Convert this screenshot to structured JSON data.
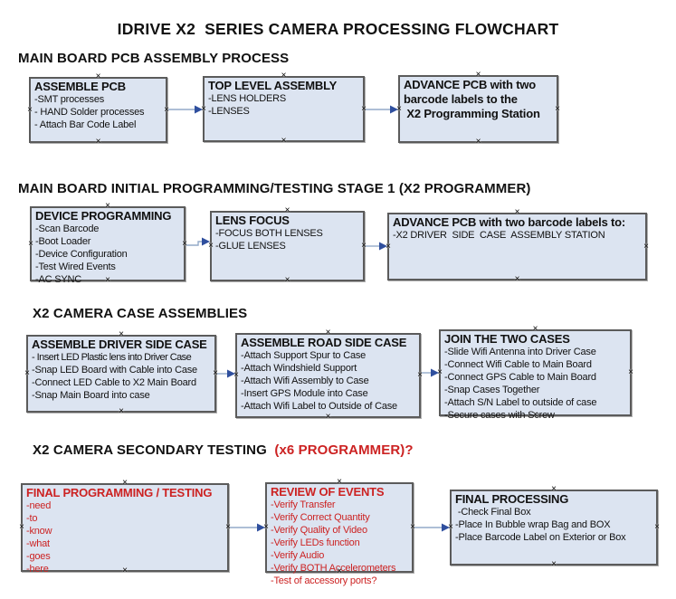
{
  "page_title": "IDRIVE X2  SERIES CAMERA PROCESSING FLOWCHART",
  "icons": {
    "connection_handle": "×"
  },
  "colors": {
    "box_fill": "#dce4f1",
    "box_border": "#5b5b5b",
    "arrow_line": "#94aac9",
    "arrow_head": "#2f4f9e",
    "red_text": "#cc2222"
  },
  "sections": {
    "pcb_assembly": {
      "header": "MAIN BOARD PCB ASSEMBLY PROCESS"
    },
    "initial_programming": {
      "header": "MAIN BOARD INITIAL PROGRAMMING/TESTING STAGE 1 (X2 PROGRAMMER)"
    },
    "case_assemblies": {
      "header": "X2 CAMERA CASE ASSEMBLIES"
    },
    "secondary_testing": {
      "header": "X2 CAMERA SECONDARY TESTING ",
      "header_suffix": " (x6 PROGRAMMER)?"
    }
  },
  "boxes": {
    "assemble_pcb": {
      "title": "ASSEMBLE PCB",
      "lines": [
        "-SMT processes",
        "- HAND Solder processes",
        "- Attach Bar Code Label"
      ]
    },
    "top_level_assembly": {
      "title": "TOP LEVEL ASSEMBLY",
      "lines": [
        "-LENS HOLDERS",
        "-LENSES"
      ]
    },
    "advance_to_programming_station": {
      "title_lines": [
        "ADVANCE PCB with two",
        "barcode labels to the",
        " X2 Programming Station"
      ]
    },
    "device_programming": {
      "title": "DEVICE PROGRAMMING",
      "lines": [
        "-Scan Barcode",
        "-Boot Loader",
        "-Device Configuration",
        "-Test Wired Events",
        "-AC SYNC"
      ]
    },
    "lens_focus": {
      "title": "LENS FOCUS",
      "lines": [
        "-FOCUS BOTH LENSES",
        "-GLUE LENSES"
      ]
    },
    "advance_to_case_station": {
      "title": "ADVANCE PCB with two barcode labels to:",
      "lines": [
        "-X2 DRIVER  SIDE  CASE  ASSEMBLY STATION"
      ]
    },
    "assemble_driver_side_case": {
      "title": "ASSEMBLE DRIVER SIDE CASE",
      "lines": [
        "- Insert LED Plastic lens into Driver Case",
        "-Snap LED Board with Cable into Case",
        "-Connect LED Cable to X2 Main Board",
        "-Snap Main Board into case"
      ]
    },
    "assemble_road_side_case": {
      "title": "ASSEMBLE ROAD SIDE CASE",
      "lines": [
        "-Attach Support Spur to Case",
        "-Attach Windshield Support",
        "-Attach Wifi Assembly to Case",
        "-Insert GPS Module into Case",
        "-Attach Wifi Label to Outside of Case"
      ]
    },
    "join_the_two_cases": {
      "title": "JOIN THE TWO CASES",
      "lines": [
        "-Slide Wifi Antenna into Driver Case",
        "-Connect Wifi Cable to Main Board",
        "-Connect GPS Cable to Main Board",
        "-Snap Cases Together",
        "-Attach S/N Label to outside of case",
        "-Secure cases with Screw"
      ]
    },
    "final_programming_testing": {
      "title": "FINAL PROGRAMMING / TESTING",
      "lines": [
        "-need",
        "-to",
        "-know",
        "-what",
        "-goes",
        "-here"
      ]
    },
    "review_of_events": {
      "title": "REVIEW OF EVENTS",
      "lines": [
        "-Verify Transfer",
        "-Verify Correct Quantity",
        "-Verify Quality of Video",
        "-Verify LEDs function",
        "-Verify Audio",
        "-Verify BOTH Accelerometers",
        "-Test of accessory ports?"
      ]
    },
    "final_processing": {
      "title": "FINAL PROCESSING",
      "lines": [
        " -Check Final Box",
        "-Place In Bubble wrap Bag and BOX",
        "-Place Barcode Label on Exterior or Box"
      ]
    }
  }
}
